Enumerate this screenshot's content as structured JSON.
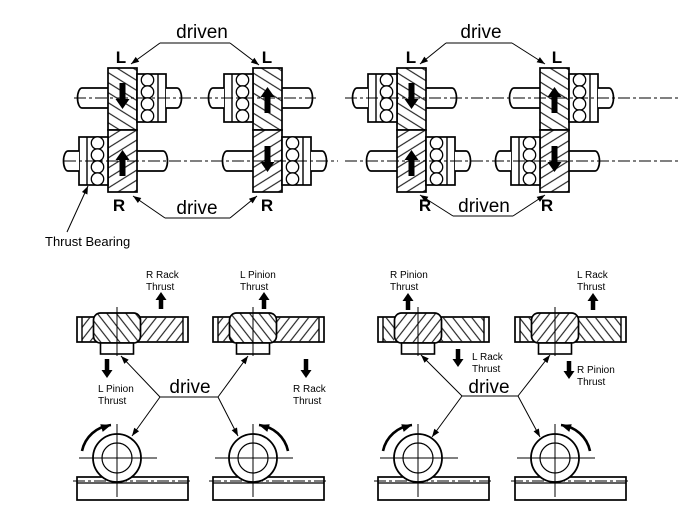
{
  "top_section": {
    "left": {
      "top_label": "driven",
      "bottom_label": "drive"
    },
    "right": {
      "top_label": "drive",
      "bottom_label": "driven"
    },
    "assemblies": [
      {
        "top_gear": "L",
        "bottom_gear": "R",
        "top_thrust_arrow": "down",
        "bottom_thrust_arrow": "up",
        "top_bearing_side": "right",
        "bottom_bearing_side": "left"
      },
      {
        "top_gear": "L",
        "bottom_gear": "R",
        "top_thrust_arrow": "up",
        "bottom_thrust_arrow": "down",
        "top_bearing_side": "left",
        "bottom_bearing_side": "right"
      },
      {
        "top_gear": "L",
        "bottom_gear": "R",
        "top_thrust_arrow": "down",
        "bottom_thrust_arrow": "up",
        "top_bearing_side": "left",
        "bottom_bearing_side": "right"
      },
      {
        "top_gear": "L",
        "bottom_gear": "R",
        "top_thrust_arrow": "up",
        "bottom_thrust_arrow": "down",
        "top_bearing_side": "right",
        "bottom_bearing_side": "left"
      }
    ],
    "thrust_bearing_label": "Thrust Bearing"
  },
  "bottom_section": {
    "left": {
      "drive_label": "drive",
      "diagrams": [
        {
          "up_thrust_line1": "R Rack",
          "up_thrust_line2": "Thrust",
          "down_thrust_line1": "L Pinion",
          "down_thrust_line2": "Thrust",
          "rotation": "clockwise"
        },
        {
          "up_thrust_line1": "L Pinion",
          "up_thrust_line2": "Thrust",
          "down_thrust_line1": "R Rack",
          "down_thrust_line2": "Thrust",
          "rotation": "counterclockwise"
        }
      ]
    },
    "right": {
      "drive_label": "drive",
      "diagrams": [
        {
          "up_thrust_line1": "R Pinion",
          "up_thrust_line2": "Thrust",
          "down_thrust_line1": "L Rack",
          "down_thrust_line2": "Thrust",
          "rotation": "clockwise"
        },
        {
          "up_thrust_line1": "L Rack",
          "up_thrust_line2": "Thrust",
          "down_thrust_line1": "R Pinion",
          "down_thrust_line2": "Thrust",
          "rotation": "counterclockwise"
        }
      ]
    }
  },
  "colors": {
    "line": "#000000",
    "background": "#ffffff"
  }
}
